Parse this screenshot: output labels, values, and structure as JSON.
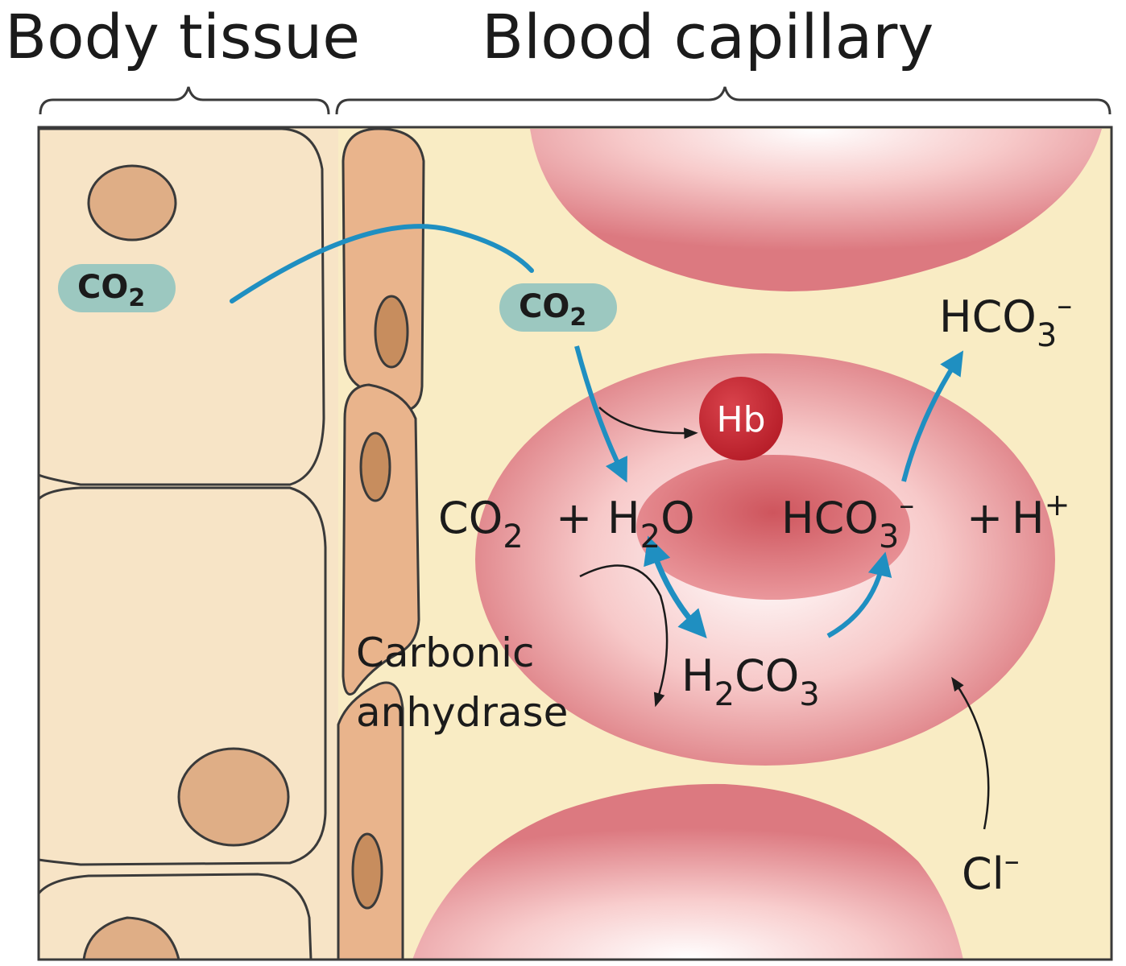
{
  "headers": {
    "body_tissue": "Body tissue",
    "blood_capillary": "Blood capillary"
  },
  "molecules": {
    "co2_tissue": {
      "main": "CO",
      "sub": "2"
    },
    "co2_plasma": {
      "main": "CO",
      "sub": "2"
    },
    "hb": "Hb",
    "co2": {
      "main": "CO",
      "sub": "2"
    },
    "plus_1": "+",
    "h2o": {
      "a": "H",
      "sub": "2",
      "b": "O"
    },
    "hco3_cell": {
      "main": "HCO",
      "sub": "3",
      "sup": "–"
    },
    "plus_2": "+",
    "h_plus": {
      "main": "H",
      "sup": "+"
    },
    "h2co3": {
      "a": "H",
      "sub1": "2",
      "b": "CO",
      "sub2": "3"
    },
    "hco3_plasma": {
      "main": "HCO",
      "sub": "3",
      "sup": "–"
    },
    "cl": {
      "main": "Cl",
      "sup": "–"
    }
  },
  "enzyme": {
    "line1": "Carbonic",
    "line2": "anhydrase"
  },
  "colors": {
    "tissue": "#f7e4c6",
    "plasma": "#f9ecc4",
    "endothelium": "#e9b48c",
    "nucleus": "#dfae86",
    "rbc": "#e07f86",
    "rbc_center": "#d8565e",
    "arrow_blue": "#1f8fc1",
    "co2_pill": "#9cc8c0",
    "hb": "#c92e38"
  }
}
